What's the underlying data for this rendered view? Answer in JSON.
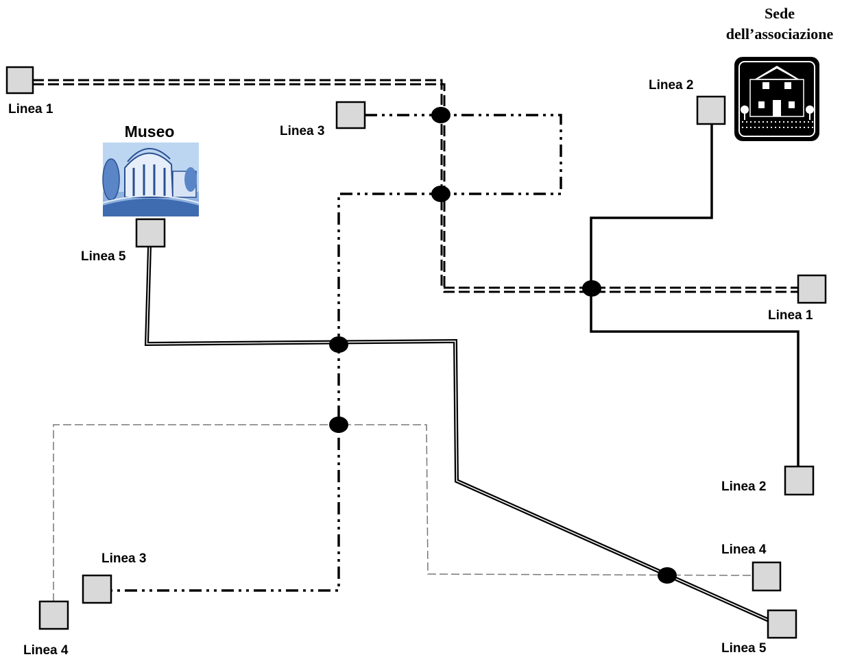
{
  "title_lines": [
    "Sede",
    "dell’associazione"
  ],
  "museum_label": "Museo",
  "lines": [
    {
      "id": "linea1",
      "name": "Linea 1",
      "style": "double-dashed",
      "color": "#000000"
    },
    {
      "id": "linea2",
      "name": "Linea 2",
      "style": "solid",
      "color": "#000000"
    },
    {
      "id": "linea3",
      "name": "Linea 3",
      "style": "dash-dot-dot",
      "color": "#000000"
    },
    {
      "id": "linea4",
      "name": "Linea 4",
      "style": "thin-dashed",
      "color": "#777777"
    },
    {
      "id": "linea5",
      "name": "Linea 5",
      "style": "double-solid",
      "color": "#000000"
    }
  ],
  "terminals": [
    {
      "line": "Linea 1",
      "label": "Linea 1"
    },
    {
      "line": "Linea 1",
      "label": "Linea 1"
    },
    {
      "line": "Linea 2",
      "label": "Linea 2"
    },
    {
      "line": "Linea 2",
      "label": "Linea 2"
    },
    {
      "line": "Linea 3",
      "label": "Linea 3"
    },
    {
      "line": "Linea 3",
      "label": "Linea 3"
    },
    {
      "line": "Linea 4",
      "label": "Linea 4"
    },
    {
      "line": "Linea 4",
      "label": "Linea 4"
    },
    {
      "line": "Linea 5",
      "label": "Linea 5"
    },
    {
      "line": "Linea 5",
      "label": "Linea 5"
    }
  ],
  "icons": {
    "headquarters": "house-icon",
    "museum": "museum-icon"
  }
}
